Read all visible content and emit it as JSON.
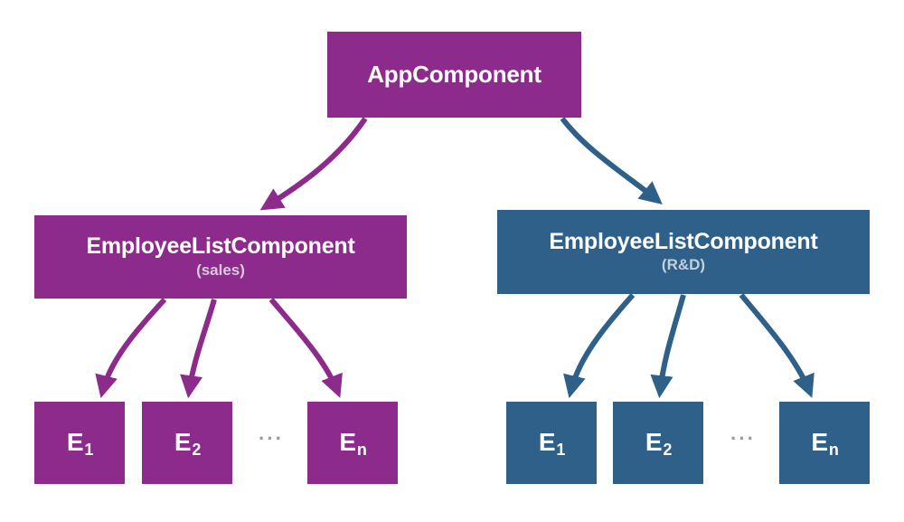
{
  "diagram": {
    "title": "Angular component tree with two EmployeeListComponent branches",
    "colors": {
      "purple": "#8c2b8c",
      "blue": "#2e6089",
      "subtitle_purple": "#d8cbd8",
      "subtitle_blue": "#c3cfd9",
      "ellipsis_gray": "#9a9a9a",
      "node_text": "#ffffff",
      "background": "#ffffff"
    },
    "root": {
      "label": "AppComponent"
    },
    "branches": [
      {
        "id": "sales",
        "color": "#8c2b8c",
        "parent": {
          "label": "EmployeeListComponent",
          "subtitle": "(sales)"
        },
        "ellipsis": "···",
        "leaves": [
          {
            "base": "E",
            "sub": "1"
          },
          {
            "base": "E",
            "sub": "2"
          },
          {
            "base": "E",
            "sub": "n"
          }
        ]
      },
      {
        "id": "rnd",
        "color": "#2e6089",
        "parent": {
          "label": "EmployeeListComponent",
          "subtitle": "(R&D)"
        },
        "ellipsis": "···",
        "leaves": [
          {
            "base": "E",
            "sub": "1"
          },
          {
            "base": "E",
            "sub": "2"
          },
          {
            "base": "E",
            "sub": "n"
          }
        ]
      }
    ],
    "edges": [
      {
        "name": "app-to-sales",
        "from": "AppComponent",
        "to": "EmployeeListComponent (sales)",
        "color": "#8c2b8c"
      },
      {
        "name": "app-to-rnd",
        "from": "AppComponent",
        "to": "EmployeeListComponent (R&D)",
        "color": "#2e6089"
      },
      {
        "name": "sales-to-e1",
        "from": "EmployeeListComponent (sales)",
        "to": "E1",
        "color": "#8c2b8c"
      },
      {
        "name": "sales-to-e2",
        "from": "EmployeeListComponent (sales)",
        "to": "E2",
        "color": "#8c2b8c"
      },
      {
        "name": "sales-to-en",
        "from": "EmployeeListComponent (sales)",
        "to": "En",
        "color": "#8c2b8c"
      },
      {
        "name": "rnd-to-e1",
        "from": "EmployeeListComponent (R&D)",
        "to": "E1",
        "color": "#2e6089"
      },
      {
        "name": "rnd-to-e2",
        "from": "EmployeeListComponent (R&D)",
        "to": "E2",
        "color": "#2e6089"
      },
      {
        "name": "rnd-to-en",
        "from": "EmployeeListComponent (R&D)",
        "to": "En",
        "color": "#2e6089"
      }
    ]
  }
}
